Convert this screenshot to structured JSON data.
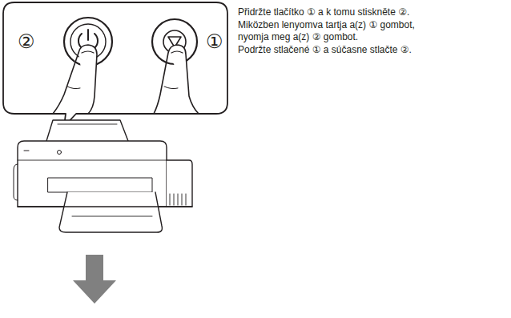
{
  "diagram": {
    "labels": [
      "②",
      "①",
      "Přidržte tlačítko ① a k tomu stiskněte ②.",
      "Miközben lenyomva tartja a(z) ① gombot, nyomja meg a(z) ② gombot.",
      "Podržte stlačené ① a súčasne stlačte ②."
    ]
  }
}
